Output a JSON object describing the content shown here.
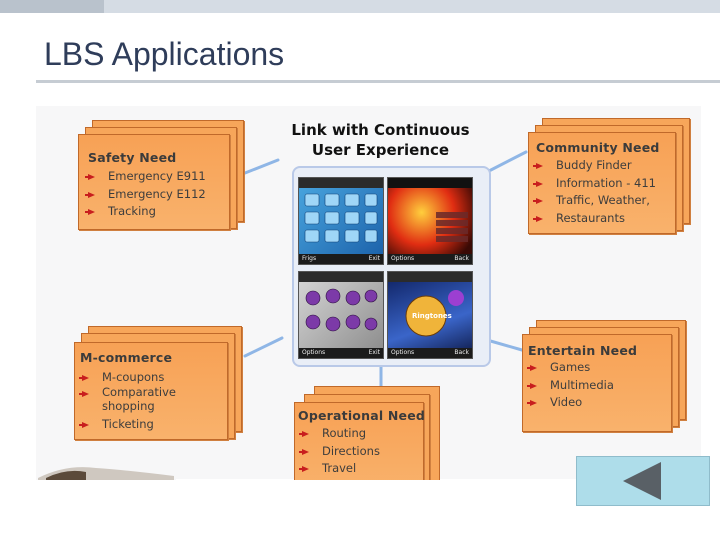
{
  "slide": {
    "title": "LBS Applications",
    "center_title_line1": "Link with Continuous",
    "center_title_line2": "User Experience"
  },
  "cards": {
    "safety": {
      "title": "Safety Need",
      "items": [
        "Emergency E911",
        "Emergency E112",
        "Tracking"
      ]
    },
    "community": {
      "title": "Community Need",
      "items": [
        "Buddy Finder",
        "Information - 411",
        "Traffic, Weather,",
        "Restaurants"
      ]
    },
    "mcommerce": {
      "title": "M-commerce",
      "items": [
        "M-coupons",
        "Comparative",
        "shopping",
        "Ticketing"
      ]
    },
    "entertain": {
      "title": "Entertain Need",
      "items": [
        "Games",
        "Multimedia",
        "Video"
      ]
    },
    "operational": {
      "title": "Operational Need",
      "items": [
        "Routing",
        "Directions",
        "Travel"
      ]
    }
  },
  "phones": {
    "s1": {
      "left": "Frigs",
      "right": "Exit"
    },
    "s2": {
      "left": "Options",
      "right": "Back"
    },
    "s3": {
      "left": "Options",
      "right": "Exit"
    },
    "s4": {
      "left": "Options",
      "right": "Back",
      "label": "Ringtones"
    }
  },
  "colors": {
    "title": "#2f3d5a",
    "card_fill": "#f7a65a",
    "card_border": "#c0692a",
    "bullet": "#c81e1e",
    "connector": "#8fb6e6",
    "back_button": "#aeddea"
  },
  "icons": {
    "back_button": "triangle-left-icon",
    "bullet": "arrow-bullet-icon"
  }
}
